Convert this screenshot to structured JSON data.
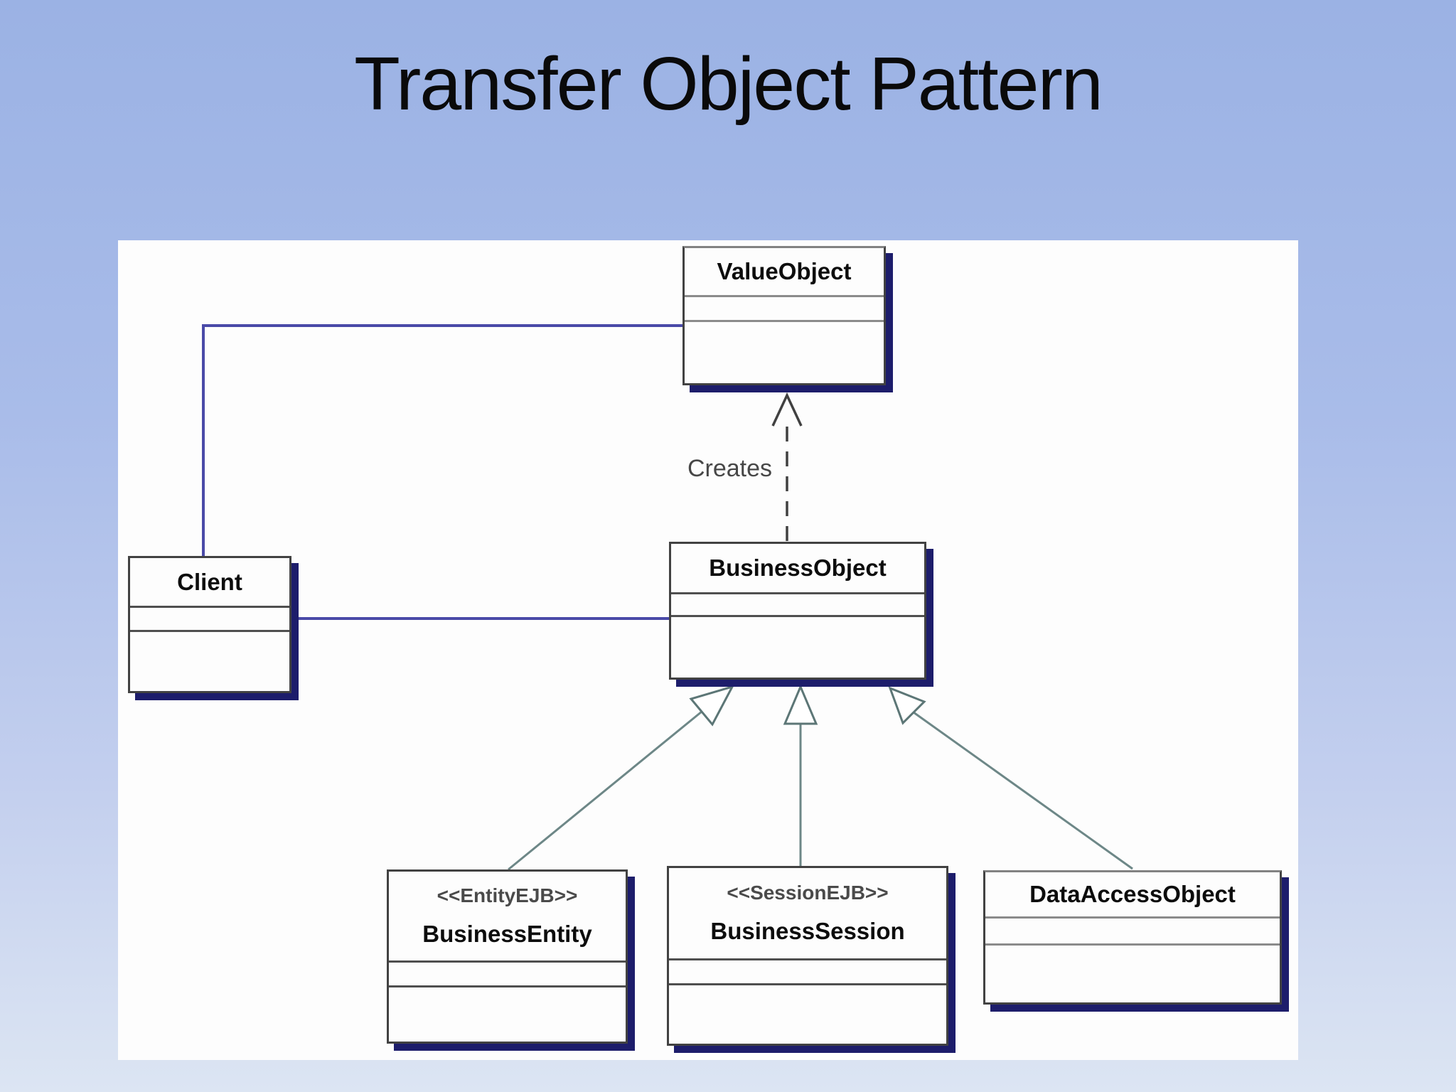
{
  "slide": {
    "title": "Transfer Object Pattern"
  },
  "diagram": {
    "creates_label": "Creates",
    "classes": [
      {
        "id": "value-object",
        "stereotype": "",
        "name": "ValueObject"
      },
      {
        "id": "client",
        "stereotype": "",
        "name": "Client"
      },
      {
        "id": "business-object",
        "stereotype": "",
        "name": "BusinessObject"
      },
      {
        "id": "business-entity",
        "stereotype": "<<EntityEJB>>",
        "name": "BusinessEntity"
      },
      {
        "id": "business-session",
        "stereotype": "<<SessionEJB>>",
        "name": "BusinessSession"
      },
      {
        "id": "data-access-object",
        "stereotype": "",
        "name": "DataAccessObject"
      }
    ],
    "relationships": [
      {
        "type": "association",
        "from": "Client",
        "to": "ValueObject",
        "label": ""
      },
      {
        "type": "association",
        "from": "Client",
        "to": "BusinessObject",
        "label": ""
      },
      {
        "type": "dependency",
        "from": "BusinessObject",
        "to": "ValueObject",
        "label": "Creates"
      },
      {
        "type": "generalization",
        "from": "BusinessEntity",
        "to": "BusinessObject",
        "label": ""
      },
      {
        "type": "generalization",
        "from": "BusinessSession",
        "to": "BusinessObject",
        "label": ""
      },
      {
        "type": "generalization",
        "from": "DataAccessObject",
        "to": "BusinessObject",
        "label": ""
      }
    ],
    "colors": {
      "background_top": "#9bb2e4",
      "background_bottom": "#dce5f3",
      "panel": "#fdfdfd",
      "association_line": "#4a4aa8",
      "generalization_line": "#6d8787",
      "dependency_line": "#414141",
      "box_shadow": "#1d1d6b",
      "title_text": "#0a0a0a"
    }
  }
}
